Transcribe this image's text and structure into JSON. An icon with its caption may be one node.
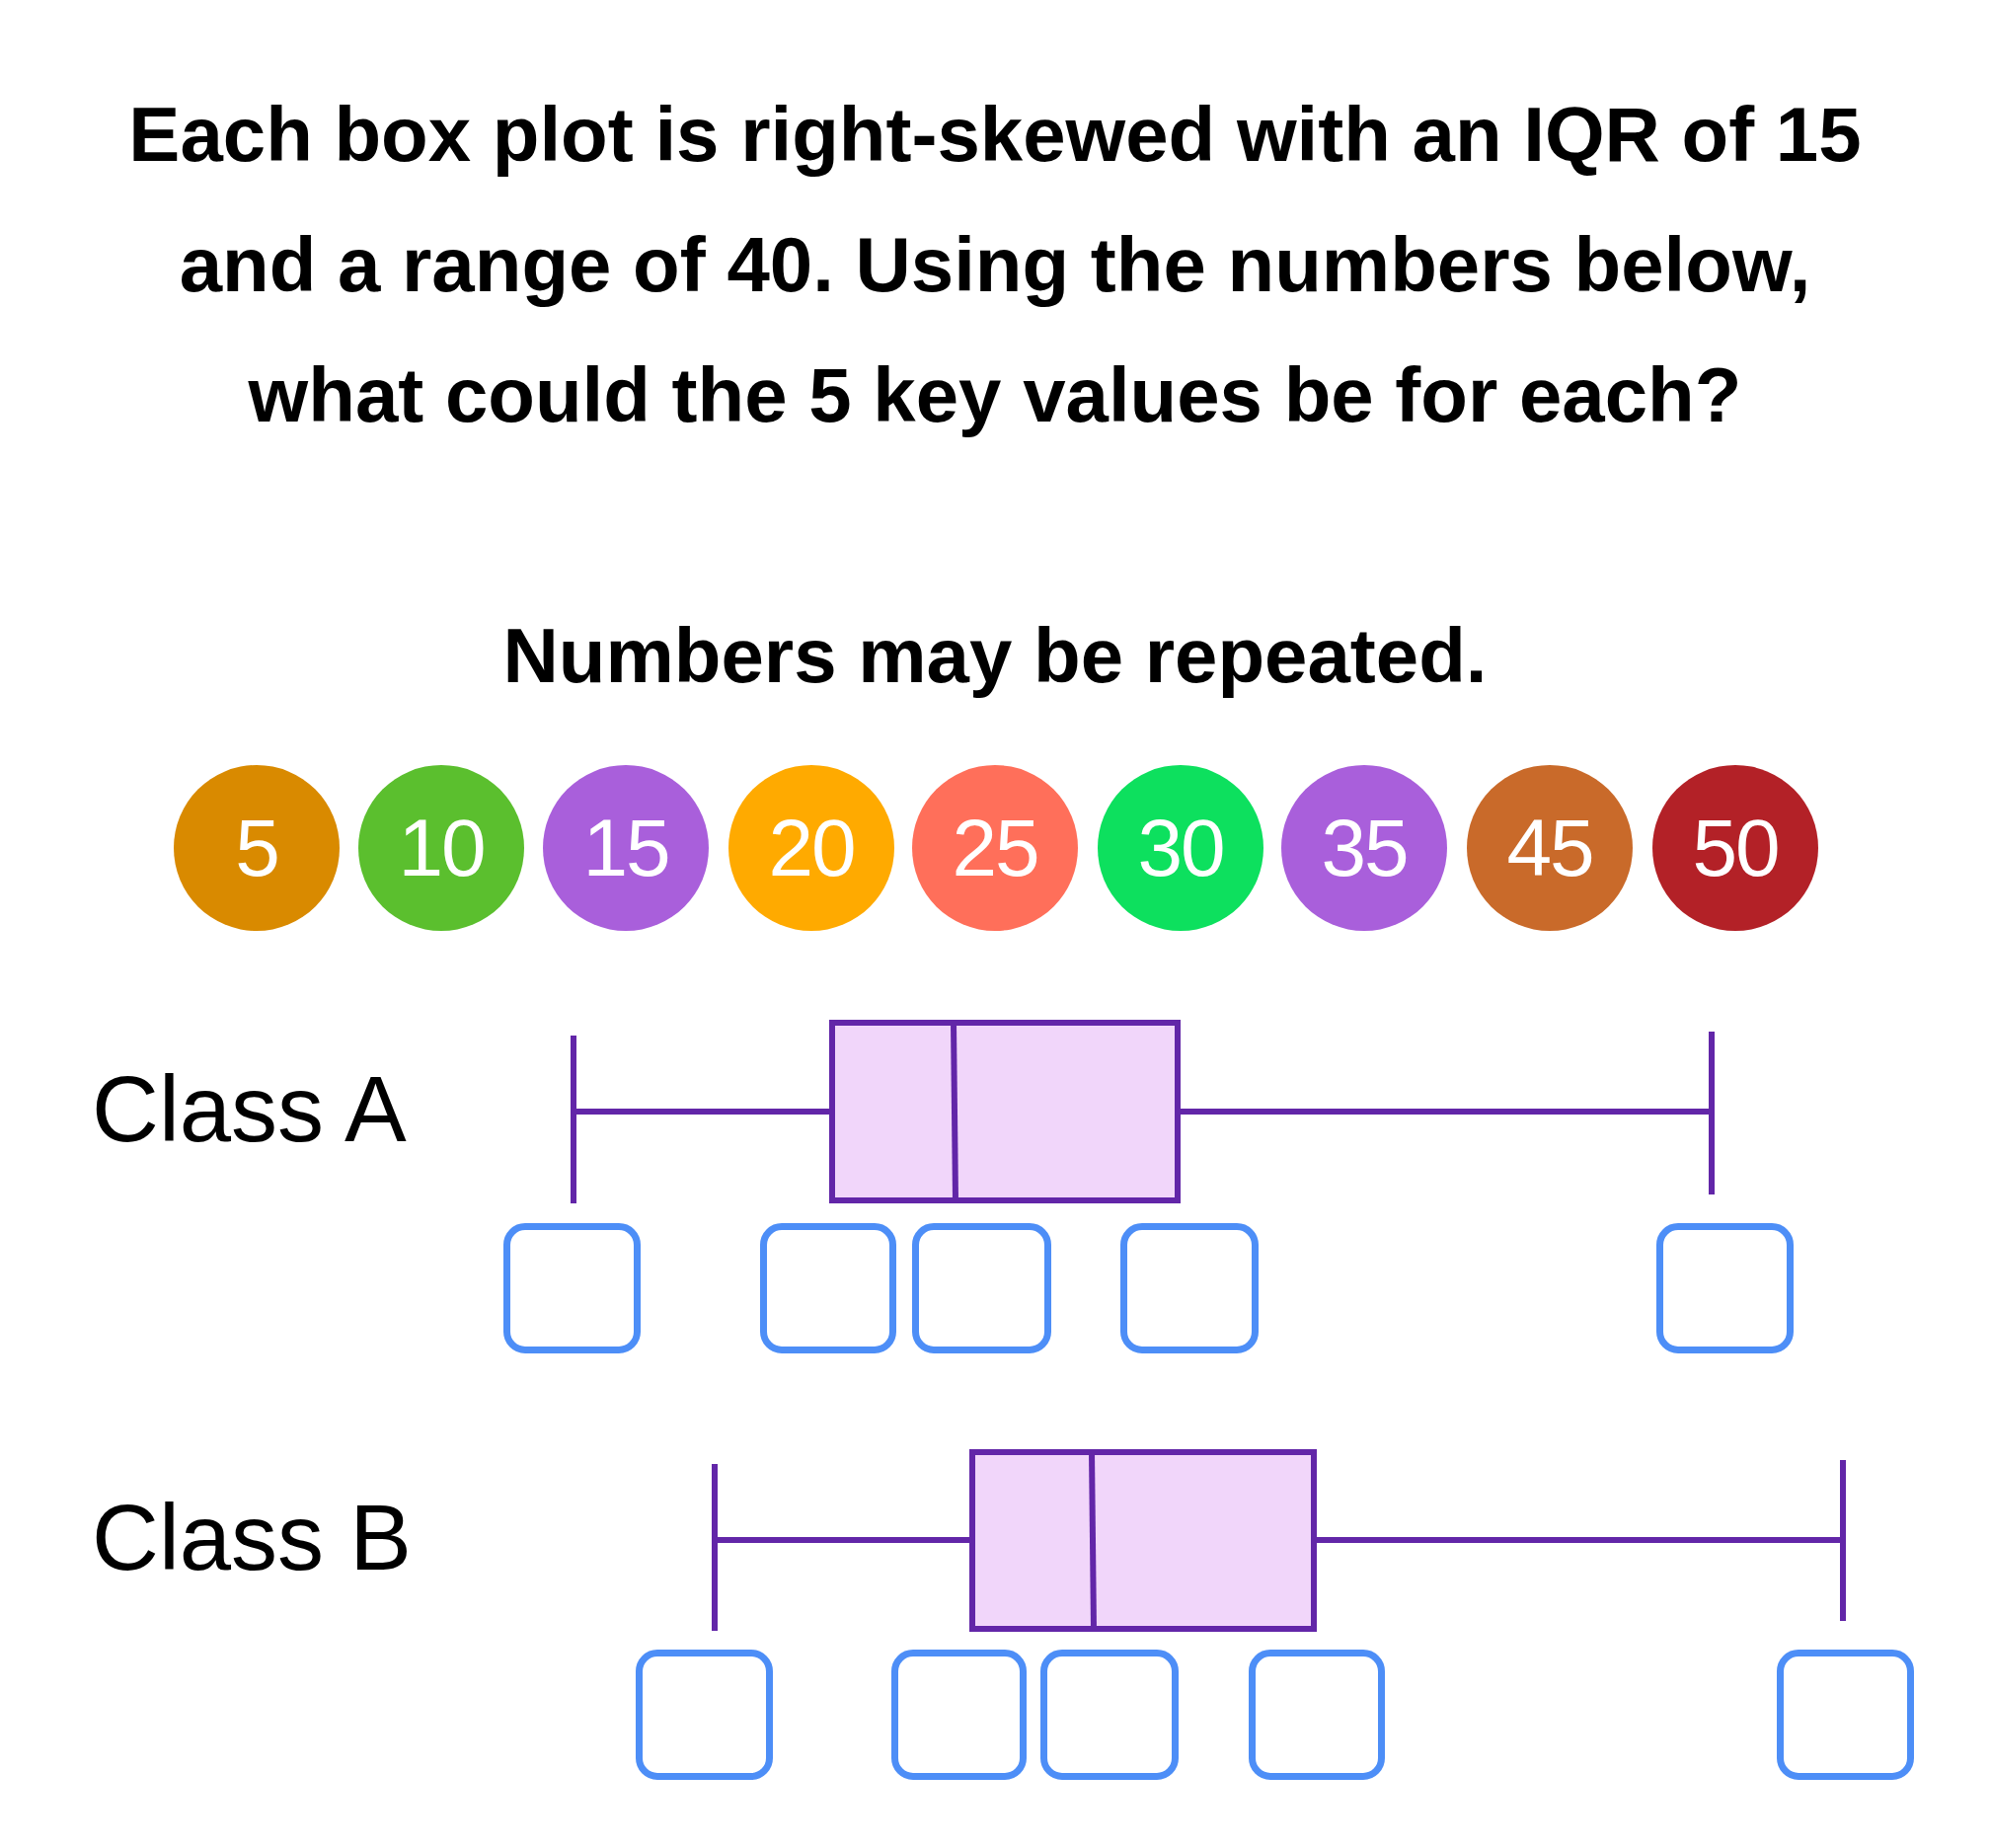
{
  "diagram": {
    "title": "Each box plot is right-skewed with an IQR of 15 and a range of 40. Using the numbers below, what could the 5 key values be for each?",
    "nodes": [
      {
        "text": [
          "5"
        ]
      },
      {
        "text": [
          "10"
        ]
      },
      {
        "text": [
          "15"
        ]
      },
      {
        "text": [
          "20"
        ]
      },
      {
        "text": [
          "25"
        ]
      },
      {
        "text": [
          "30"
        ]
      },
      {
        "text": [
          "35"
        ]
      },
      {
        "text": [
          "45"
        ]
      },
      {
        "text": [
          "50"
        ]
      },
      {
        "text": [],
        "shape": "box"
      },
      {
        "text": [],
        "shape": "box"
      },
      {
        "text": [],
        "shape": "box"
      },
      {
        "text": [],
        "shape": "box"
      },
      {
        "text": [],
        "shape": "box"
      },
      {
        "text": [],
        "shape": "box"
      },
      {
        "text": [],
        "shape": "box"
      },
      {
        "text": [],
        "shape": "box"
      },
      {
        "text": [],
        "shape": "box"
      },
      {
        "text": [],
        "shape": "box"
      }
    ],
    "labels": [
      "Numbers may be repeated.",
      "Class A",
      "Class B"
    ]
  }
}
